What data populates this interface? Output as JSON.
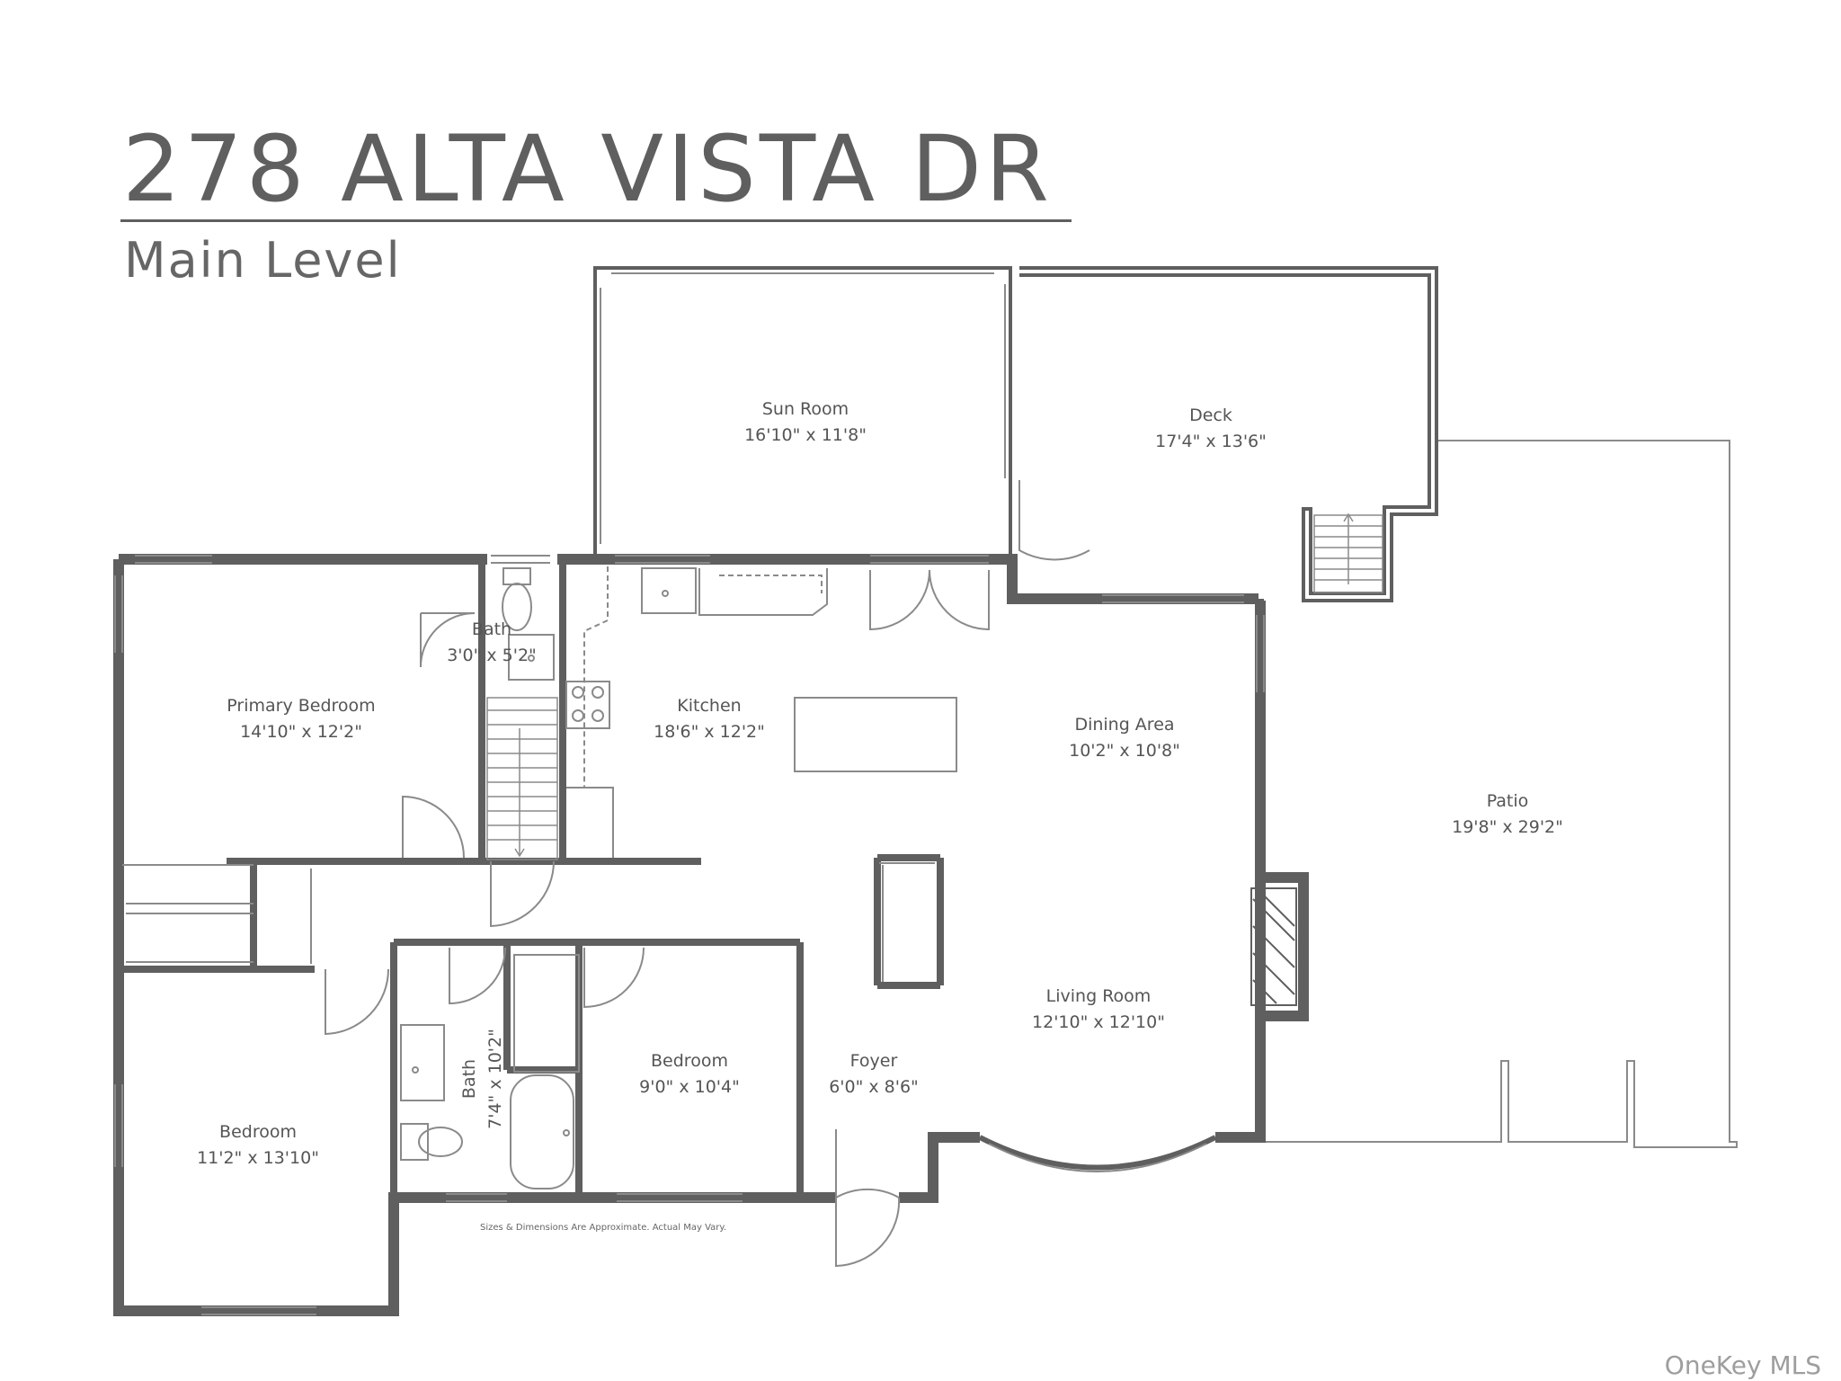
{
  "header": {
    "title": "278 ALTA VISTA DR",
    "subtitle": "Main Level"
  },
  "rooms": [
    {
      "name": "Sun Room",
      "dims": "16'10\" x 11'8\""
    },
    {
      "name": "Deck",
      "dims": "17'4\" x 13'6\""
    },
    {
      "name": "Bath",
      "dims": "3'0\" x 5'2\""
    },
    {
      "name": "Primary Bedroom",
      "dims": "14'10\" x 12'2\""
    },
    {
      "name": "Kitchen",
      "dims": "18'6\" x 12'2\""
    },
    {
      "name": "Dining Area",
      "dims": "10'2\" x 10'8\""
    },
    {
      "name": "Patio",
      "dims": "19'8\" x 29'2\""
    },
    {
      "name": "Living Room",
      "dims": "12'10\" x 12'10\""
    },
    {
      "name": "Bedroom",
      "dims": "9'0\" x 10'4\""
    },
    {
      "name": "Foyer",
      "dims": "6'0\" x 8'6\""
    },
    {
      "name": "Bedroom",
      "dims": "11'2\" x 13'10\""
    },
    {
      "name": "Bath",
      "dims": "7'4\" x 10'2\""
    }
  ],
  "footer": {
    "disclaimer": "Sizes & Dimensions Are Approximate. Actual May Vary.",
    "watermark": "OneKey MLS"
  },
  "colors": {
    "wall": "#5f5f5f",
    "thin_line": "#888888",
    "text": "#555555"
  }
}
